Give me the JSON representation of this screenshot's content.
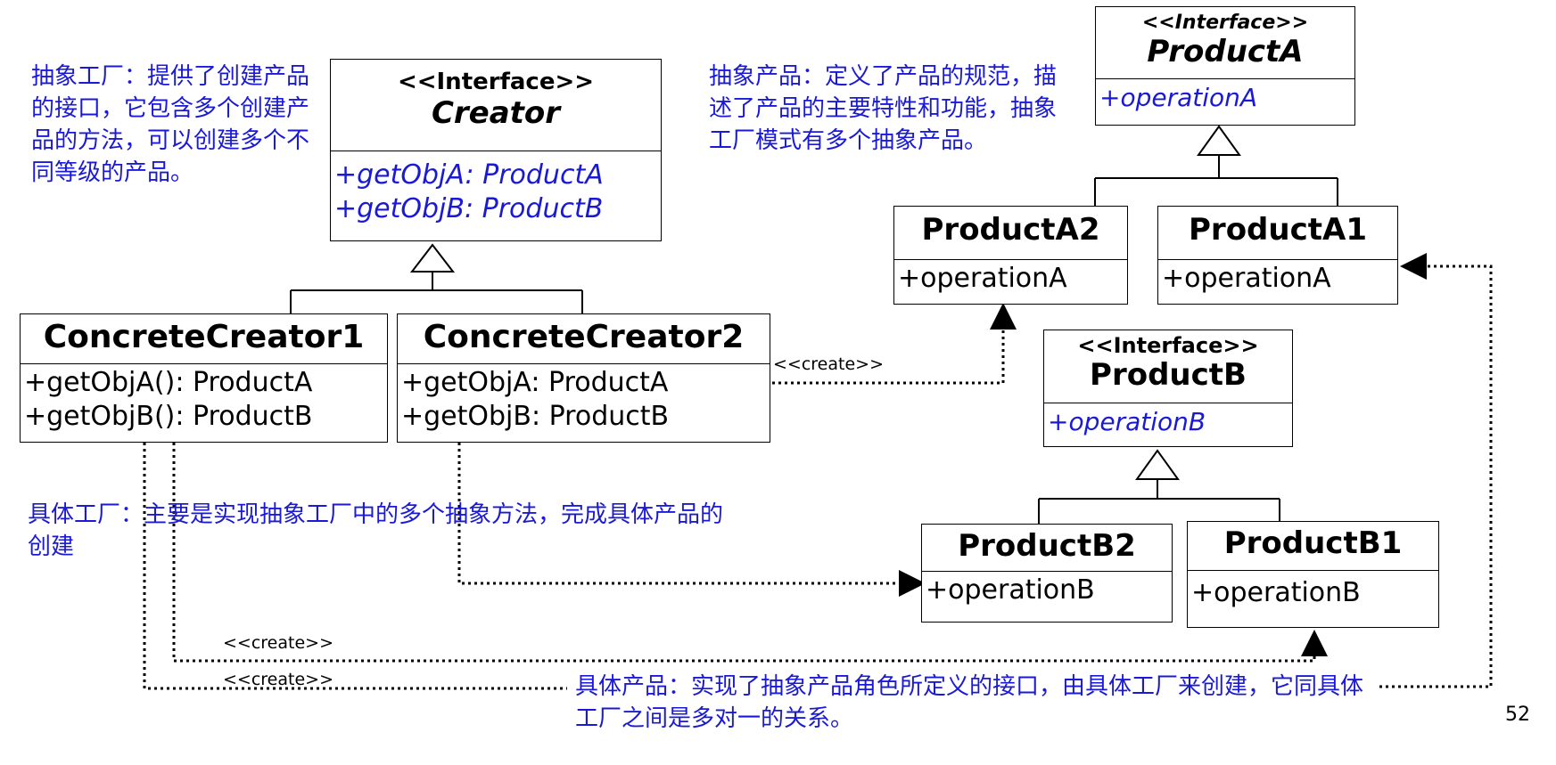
{
  "notes": {
    "abstract_factory": "抽象工厂：提供了创建产品的接口，它包含多个创建产品的方法，可以创建多个不同等级的产品。",
    "abstract_product": "抽象产品：定义了产品的规范，描述了产品的主要特性和功能，抽象工厂模式有多个抽象产品。",
    "concrete_factory": "具体工厂：主要是实现抽象工厂中的多个抽象方法，完成具体产品的创建",
    "concrete_product": "具体产品：实现了抽象产品角色所定义的接口，由具体工厂来创建，它同具体工厂之间是多对一的关系。"
  },
  "classes": {
    "creator": {
      "stereotype": "<<Interface>>",
      "name": "Creator",
      "ops": [
        "+getObjA: ProductA",
        "+getObjB: ProductB"
      ]
    },
    "concrete_creator1": {
      "name": "ConcreteCreator1",
      "ops": [
        "+getObjA(): ProductA",
        "+getObjB(): ProductB"
      ]
    },
    "concrete_creator2": {
      "name": "ConcreteCreator2",
      "ops": [
        "+getObjA: ProductA",
        "+getObjB: ProductB"
      ]
    },
    "product_a": {
      "stereotype": "<<Interface>>",
      "name": "ProductA",
      "ops": [
        "+operationA"
      ]
    },
    "product_a2": {
      "name": "ProductA2",
      "ops": [
        "+operationA"
      ]
    },
    "product_a1": {
      "name": "ProductA1",
      "ops": [
        "+operationA"
      ]
    },
    "product_b": {
      "stereotype": "<<Interface>>",
      "name": "ProductB",
      "ops": [
        "+operationB"
      ]
    },
    "product_b2": {
      "name": "ProductB2",
      "ops": [
        "+operationB"
      ]
    },
    "product_b1": {
      "name": "ProductB1",
      "ops": [
        "+operationB"
      ]
    }
  },
  "relation_labels": {
    "create_top": "<<create>>",
    "create_mid": "<<create>>",
    "create_bottom": "<<create>>"
  },
  "page_number": "52"
}
